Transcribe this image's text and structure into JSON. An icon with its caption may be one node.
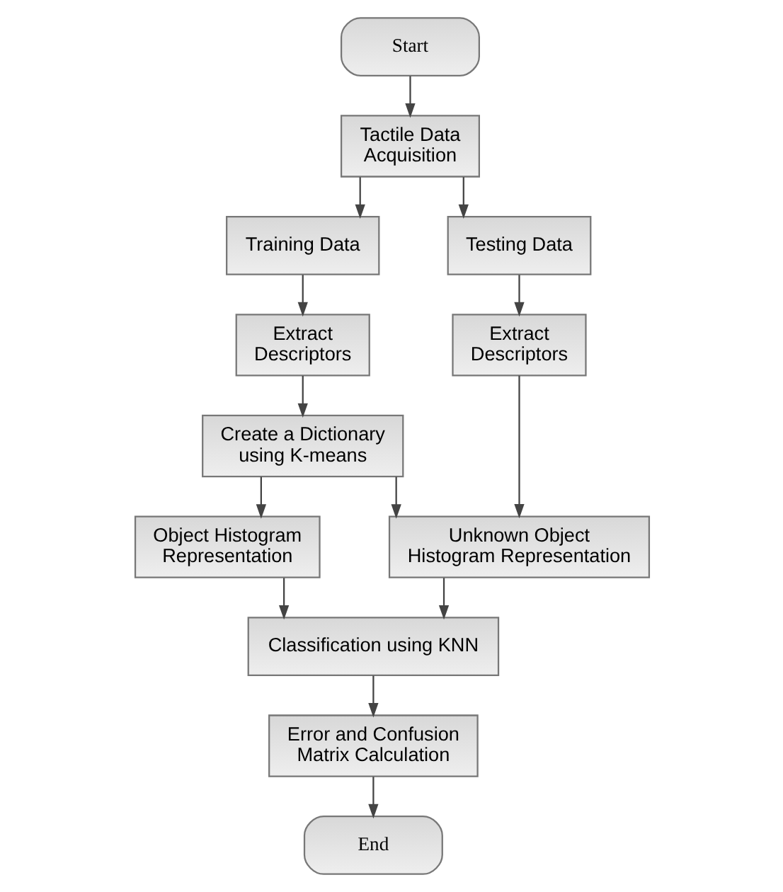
{
  "diagram": {
    "nodes": [
      {
        "text": [
          "Start"
        ]
      },
      {
        "text": [
          "Tactile Data Acquisition"
        ]
      },
      {
        "text": [
          "Training Data"
        ]
      },
      {
        "text": [
          "Testing Data"
        ]
      },
      {
        "text": [
          "Extract Descriptors"
        ]
      },
      {
        "text": [
          "Extract Descriptors"
        ]
      },
      {
        "text": [
          "Create a Dictionary using K-means"
        ]
      },
      {
        "text": [
          "Unknown Object Histogram Representation"
        ]
      },
      {
        "text": [
          "Object Histogram Representation"
        ]
      },
      {
        "text": [
          "Classification using KNN"
        ]
      },
      {
        "text": [
          "Error and Confusion Matrix Calculation"
        ]
      },
      {
        "text": [
          "End"
        ]
      }
    ],
    "edges": [
      {
        "from": 0,
        "to": 1,
        "arrow": "to"
      },
      {
        "from": 1,
        "to": 2,
        "arrow": "to"
      },
      {
        "from": 1,
        "to": 3,
        "arrow": "to"
      },
      {
        "from": 2,
        "to": 4,
        "arrow": "to"
      },
      {
        "from": 3,
        "to": 5,
        "arrow": "to"
      },
      {
        "from": 4,
        "to": 6,
        "arrow": "to"
      },
      {
        "from": 5,
        "to": 7,
        "arrow": "to"
      },
      {
        "from": 6,
        "to": 7,
        "arrow": "to"
      },
      {
        "from": 6,
        "to": 8,
        "arrow": "to"
      },
      {
        "from": 7,
        "to": 9,
        "arrow": "to"
      },
      {
        "from": 8,
        "to": 9,
        "arrow": "to"
      },
      {
        "from": 9,
        "to": 10,
        "arrow": "to"
      },
      {
        "from": 10,
        "to": 11,
        "arrow": "to"
      }
    ]
  }
}
